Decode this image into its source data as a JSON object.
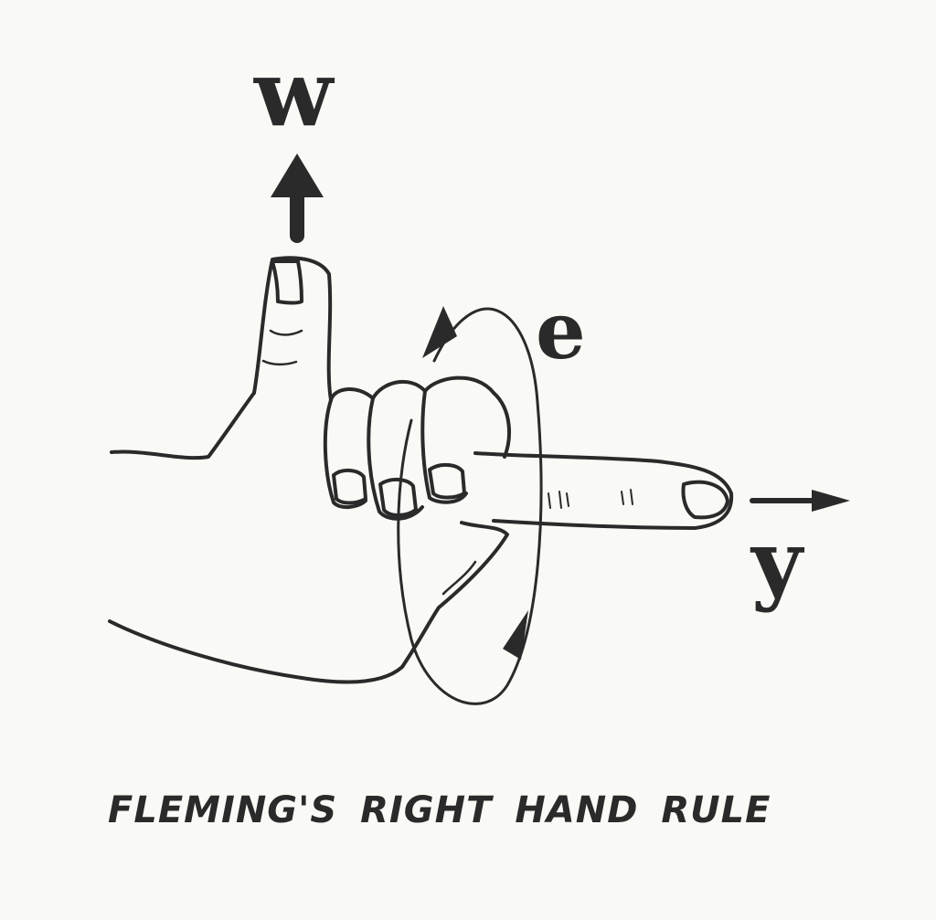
{
  "labels": {
    "upward": "w",
    "circulation": "e",
    "pointing": "y"
  },
  "caption": "FLEMING'S RIGHT HAND RULE",
  "colors": {
    "ink": "#2a2a2a",
    "paper": "#f9f9f6"
  }
}
